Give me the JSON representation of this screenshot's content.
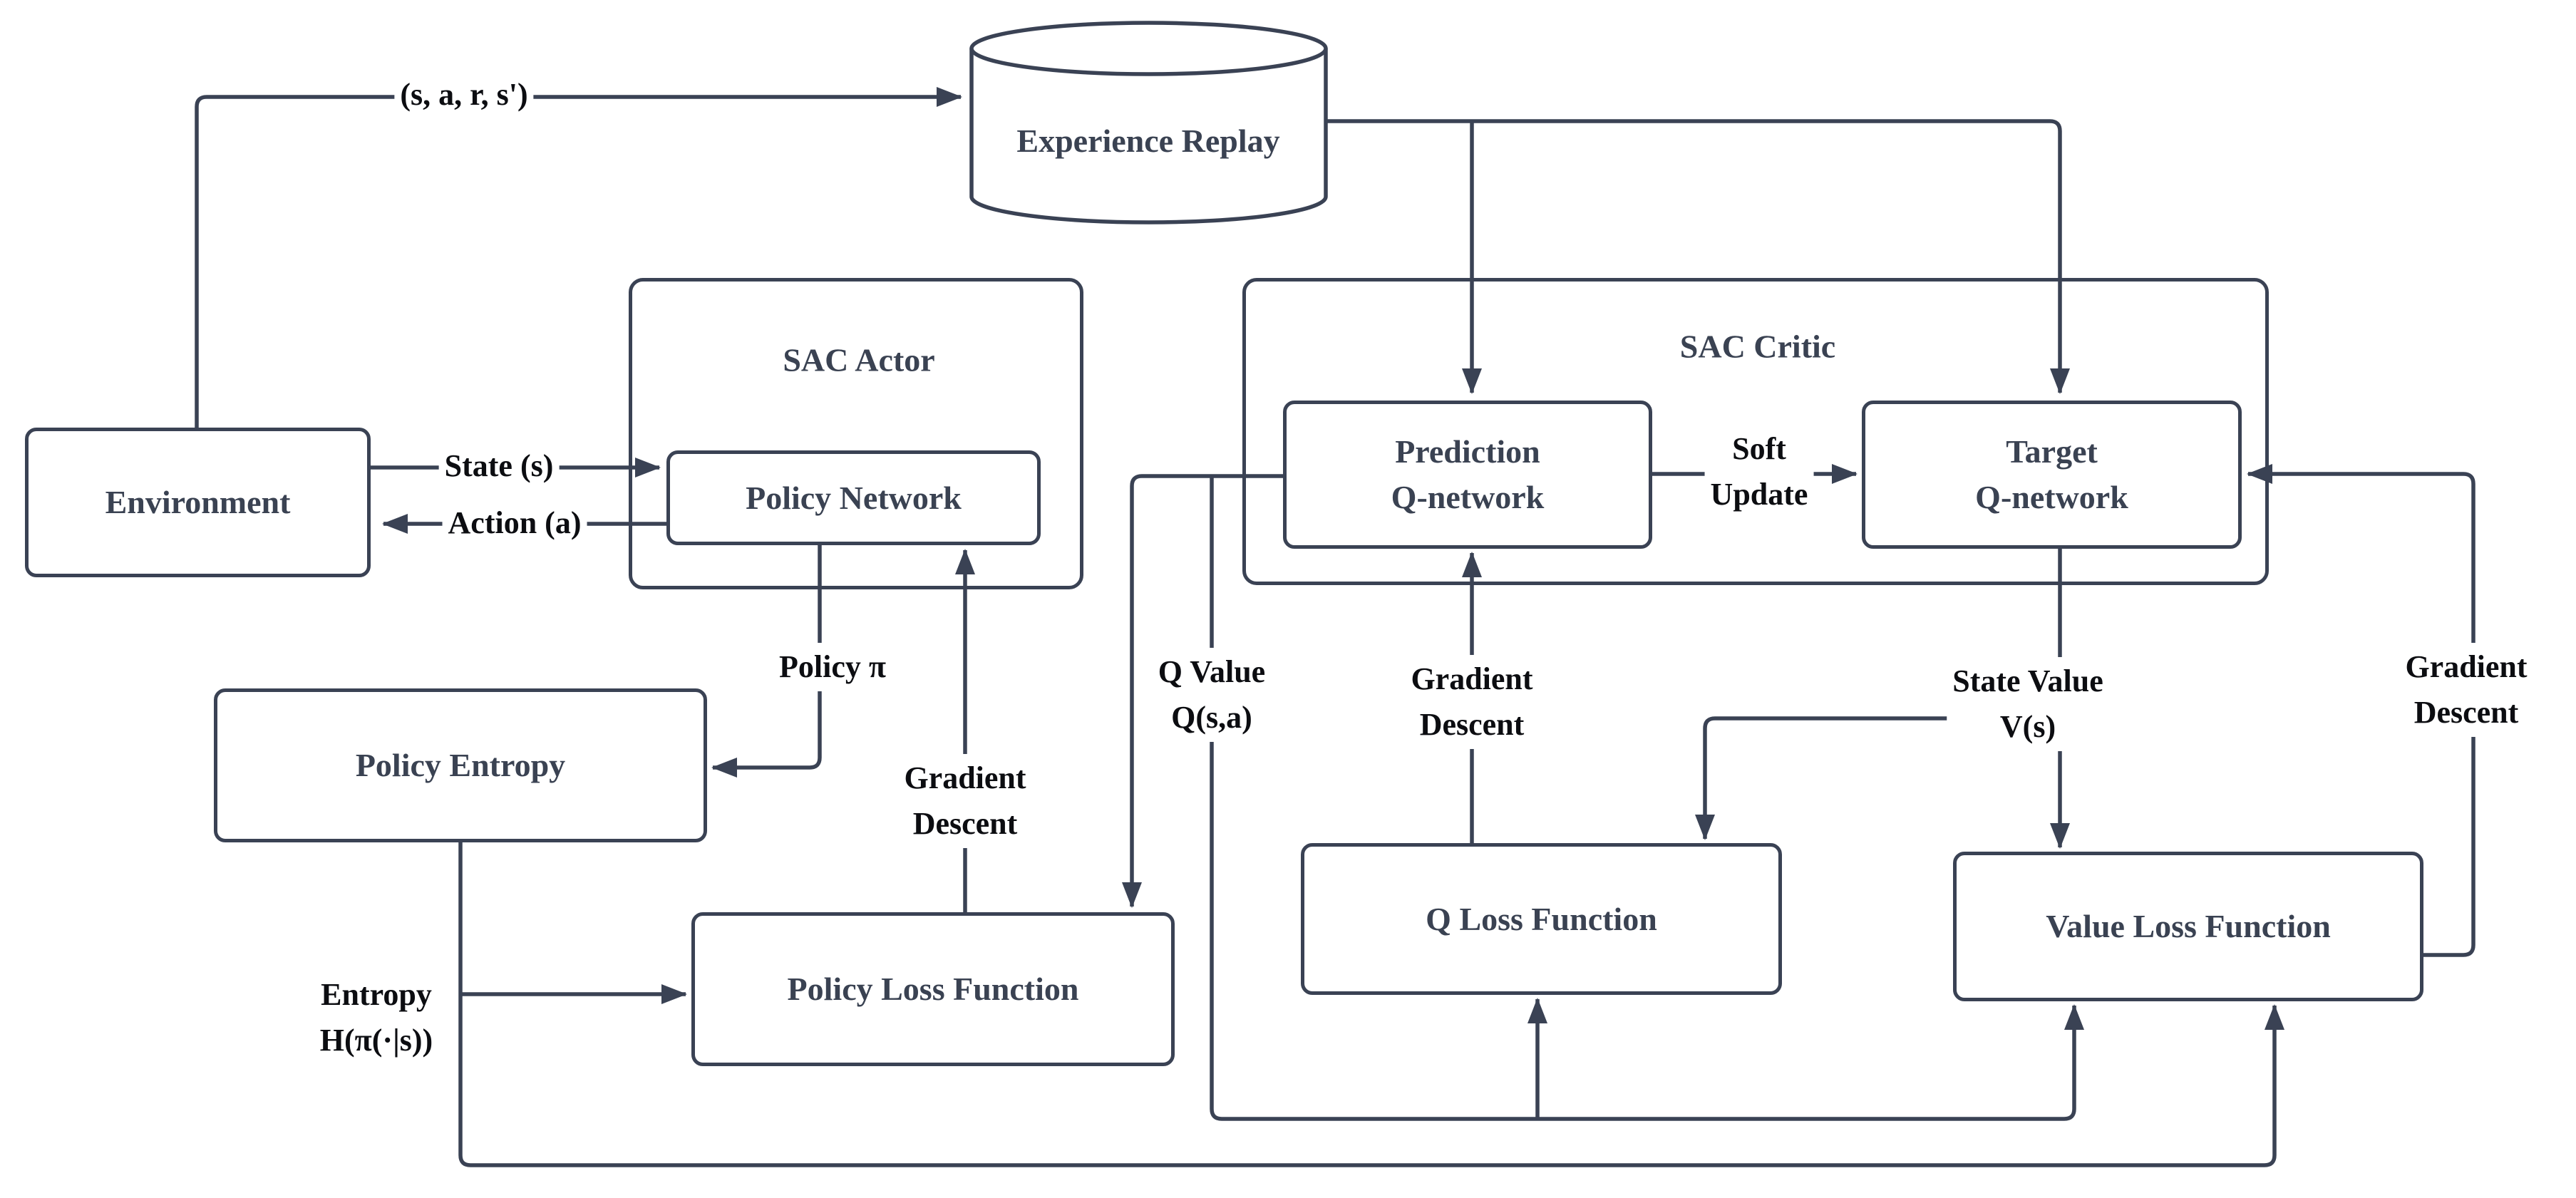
{
  "diagram": {
    "type": "flow-diagram",
    "subject": "Soft Actor-Critic (SAC) reinforcement learning architecture"
  },
  "nodes": {
    "environment": {
      "label": "Environment"
    },
    "experience_replay": {
      "lines": [
        "Experience",
        "Replay"
      ]
    },
    "sac_actor": {
      "title": "SAC Actor"
    },
    "policy_network": {
      "label": "Policy Network"
    },
    "sac_critic": {
      "title": "SAC Critic"
    },
    "prediction_q_network": {
      "lines": [
        "Prediction",
        "Q-network"
      ]
    },
    "target_q_network": {
      "lines": [
        "Target",
        "Q-network"
      ]
    },
    "policy_entropy": {
      "label": "Policy Entropy"
    },
    "policy_loss": {
      "label": "Policy Loss Function"
    },
    "q_loss": {
      "label": "Q Loss Function"
    },
    "value_loss": {
      "label": "Value Loss Function"
    }
  },
  "edge_labels": {
    "transition": "(s, a, r, s')",
    "state": "State (s)",
    "action": "Action (a)",
    "policy_pi": "Policy π",
    "actor_gradient_descent": [
      "Gradient",
      "Descent"
    ],
    "q_value": [
      "Q Value",
      "Q(s,a)"
    ],
    "critic_gradient_descent": [
      "Gradient",
      "Descent"
    ],
    "soft_update": [
      "Soft",
      "Update"
    ],
    "state_value": [
      "State Value",
      "V(s)"
    ],
    "value_gradient_descent": [
      "Gradient",
      "Descent"
    ],
    "entropy": [
      "Entropy",
      "H(π(·|s))"
    ]
  },
  "colors": {
    "background": "#ffffff",
    "line": "#3a4254",
    "box_border": "#3a4254",
    "box_text": "#3a4252",
    "edge_label_text": "#0c0d11"
  }
}
